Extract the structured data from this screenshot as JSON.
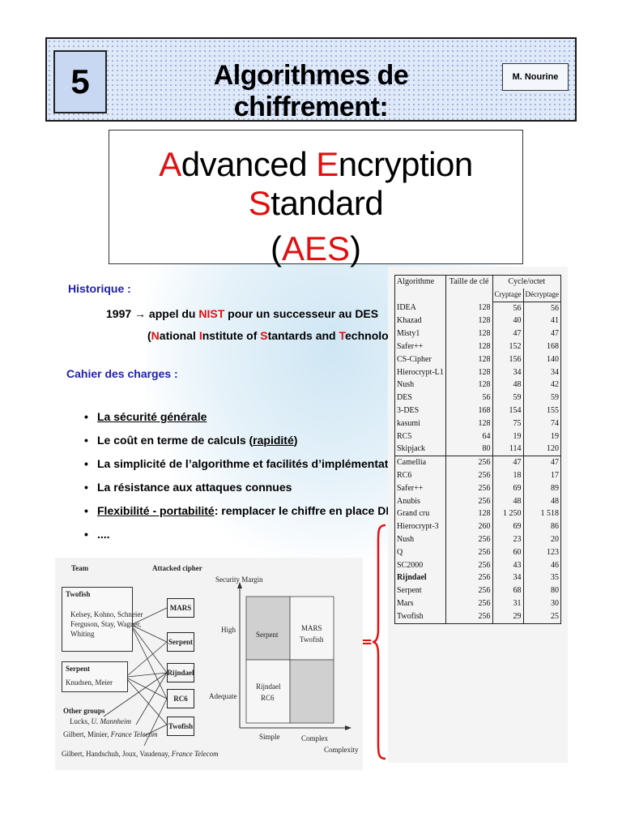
{
  "header": {
    "slide_number": "5",
    "title": "Algorithmes de chiffrement:",
    "author": "M. Nourine"
  },
  "aes_title": {
    "a_letter": "A",
    "a_rest": "dvanced ",
    "e_letter": "E",
    "e_rest": "ncryption ",
    "s_letter": "S",
    "s_rest": "tandard",
    "abbr_open": "(",
    "abbr": "AES",
    "abbr_close": ")"
  },
  "historique": {
    "label": "Historique :",
    "line1_pre": "1997 → appel du ",
    "line1_nist": "NIST",
    "line1_post": " pour un successeur au DES",
    "line2_open": "(",
    "n": "N",
    "n_rest": "ational ",
    "i": "I",
    "i_rest": "nstitute of ",
    "s": "S",
    "s_rest": "tantards and ",
    "t": "T",
    "t_rest": "echnology)"
  },
  "cahier": {
    "label": "Cahier des charges :",
    "bullet1": "La sécurité générale",
    "bullet2_pre": "Le coût en terme de calculs (",
    "bullet2_u": "rapidité",
    "bullet2_post": ")",
    "bullet3": "La simplicité de l’algorithme et facilités d’implémentation",
    "bullet4": "La résistance aux attaques connues",
    "bullet5_u": "Flexibilité - portabilité",
    "bullet5_post": ": remplacer le chiffre en place DES",
    "bullet6": "...."
  },
  "table": {
    "headers": {
      "algo": "Algorithme",
      "key": "Taille de clé",
      "cycle": "Cycle/octet",
      "enc": "Cryptage",
      "dec": "Décryptage"
    },
    "rows": [
      [
        "IDEA",
        "128",
        "56",
        "56"
      ],
      [
        "Khazad",
        "128",
        "40",
        "41"
      ],
      [
        "Misty1",
        "128",
        "47",
        "47"
      ],
      [
        "Safer++",
        "128",
        "152",
        "168"
      ],
      [
        "CS-Cipher",
        "128",
        "156",
        "140"
      ],
      [
        "Hierocrypt-L1",
        "128",
        "34",
        "34"
      ],
      [
        "Nush",
        "128",
        "48",
        "42"
      ],
      [
        "DES",
        "56",
        "59",
        "59"
      ],
      [
        "3-DES",
        "168",
        "154",
        "155"
      ],
      [
        "kasumi",
        "128",
        "75",
        "74"
      ],
      [
        "RC5",
        "64",
        "19",
        "19"
      ],
      [
        "Skipjack",
        "80",
        "114",
        "120"
      ],
      [
        "Camellia",
        "256",
        "47",
        "47"
      ],
      [
        "RC6",
        "256",
        "18",
        "17"
      ],
      [
        "Safer++",
        "256",
        "69",
        "89"
      ],
      [
        "Anubis",
        "256",
        "48",
        "48"
      ],
      [
        "Grand cru",
        "128",
        "1 250",
        "1 518"
      ],
      [
        "Hierocrypt-3",
        "260",
        "69",
        "86"
      ],
      [
        "Nush",
        "256",
        "23",
        "20"
      ],
      [
        "Q",
        "256",
        "60",
        "123"
      ],
      [
        "SC2000",
        "256",
        "43",
        "46"
      ],
      [
        "Rijndael",
        "256",
        "34",
        "35"
      ],
      [
        "Serpent",
        "256",
        "68",
        "80"
      ],
      [
        "Mars",
        "256",
        "31",
        "30"
      ],
      [
        "Twofish",
        "256",
        "29",
        "25"
      ]
    ]
  },
  "arrow": "⇐",
  "diagram": {
    "team_label": "Team",
    "attacked_label": "Attacked cipher",
    "twofish_team_title": "Twofish",
    "twofish_team_members": [
      "Kelsey, Kohno, Schneier",
      "Ferguson, Stay, Wagner,",
      "Whiting"
    ],
    "serpent_team_title": "Serpent",
    "serpent_team_members": [
      "Knudsen, Meier"
    ],
    "other_title": "Other groups",
    "other_1_pre": "Lucks, ",
    "other_1_it": "U. Mannheim",
    "other_2_pre": "Gilbert, Minier, ",
    "other_2_it": "France Telecom",
    "other_3_pre": "Gilbert, Handschuh, Joux, Vaudenay, ",
    "other_3_it": "France Telecom",
    "ciphers": [
      "MARS",
      "Serpent",
      "Rijndael",
      "RC6",
      "Twofish"
    ],
    "security_margin": "Security Margin",
    "high": "High",
    "adequate": "Adequate",
    "simple": "Simple",
    "complex": "Complex",
    "complexity": "Complexity",
    "q_serpent": "Serpent",
    "q_mars": "MARS",
    "q_twofish": "Twofish",
    "q_rijndael": "Rijndael",
    "q_rc6": "RC6"
  },
  "colors": {
    "accent_red": "#e01010",
    "label_blue": "#2020b0",
    "header_bg": "#dfe9f8"
  }
}
